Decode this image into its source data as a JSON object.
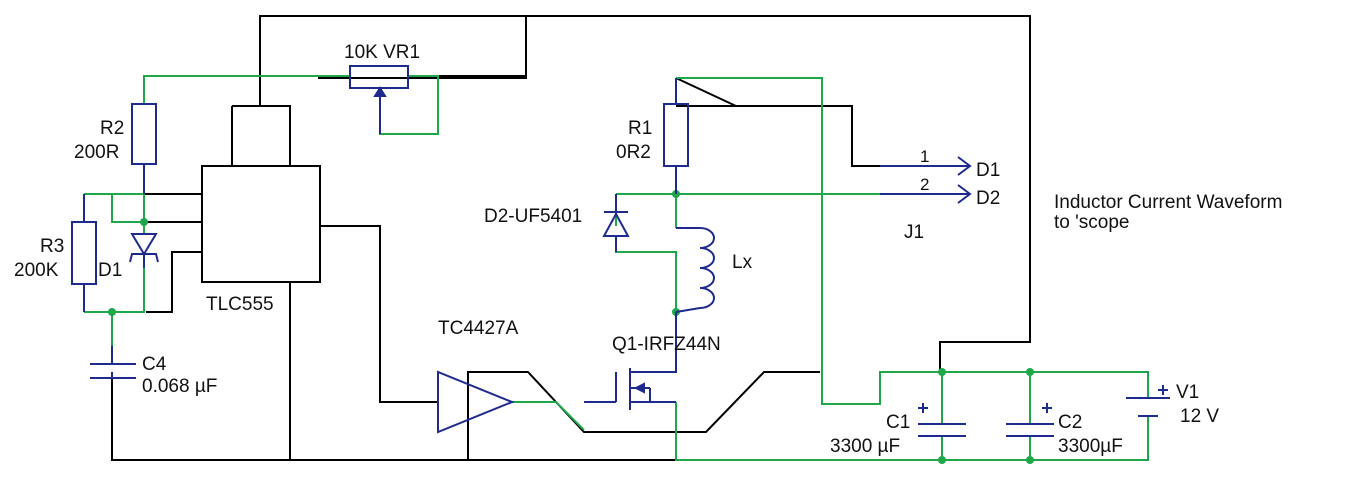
{
  "labels": {
    "vr1": "10K  VR1",
    "r2_name": "R2",
    "r2_value": "200R",
    "r3_name": "R3",
    "r3_value": "200K",
    "d1": "D1",
    "timer": "TLC555",
    "c4_name": "C4",
    "c4_value": "0.068 µF",
    "driver": "TC4427A",
    "r1_name": "R1",
    "r1_value": "0R2",
    "d2": "D2-UF5401",
    "inductor": "Lx",
    "mosfet": "Q1-IRFZ44N",
    "pin1": "1",
    "pin2": "2",
    "j1_d1": "D1",
    "j1_d2": "D2",
    "connector": "J1",
    "note_line1": "Inductor Current Waveform",
    "note_line2": " to 'scope",
    "c1_name": "C1",
    "c1_value": "3300 µF",
    "c2_name": "C2",
    "c2_value": "3300µF",
    "v1_name": "V1",
    "v1_value": "12 V"
  },
  "colors": {
    "wire": "#000000",
    "net": "#1fa84a",
    "component": "#1f2a8f"
  }
}
